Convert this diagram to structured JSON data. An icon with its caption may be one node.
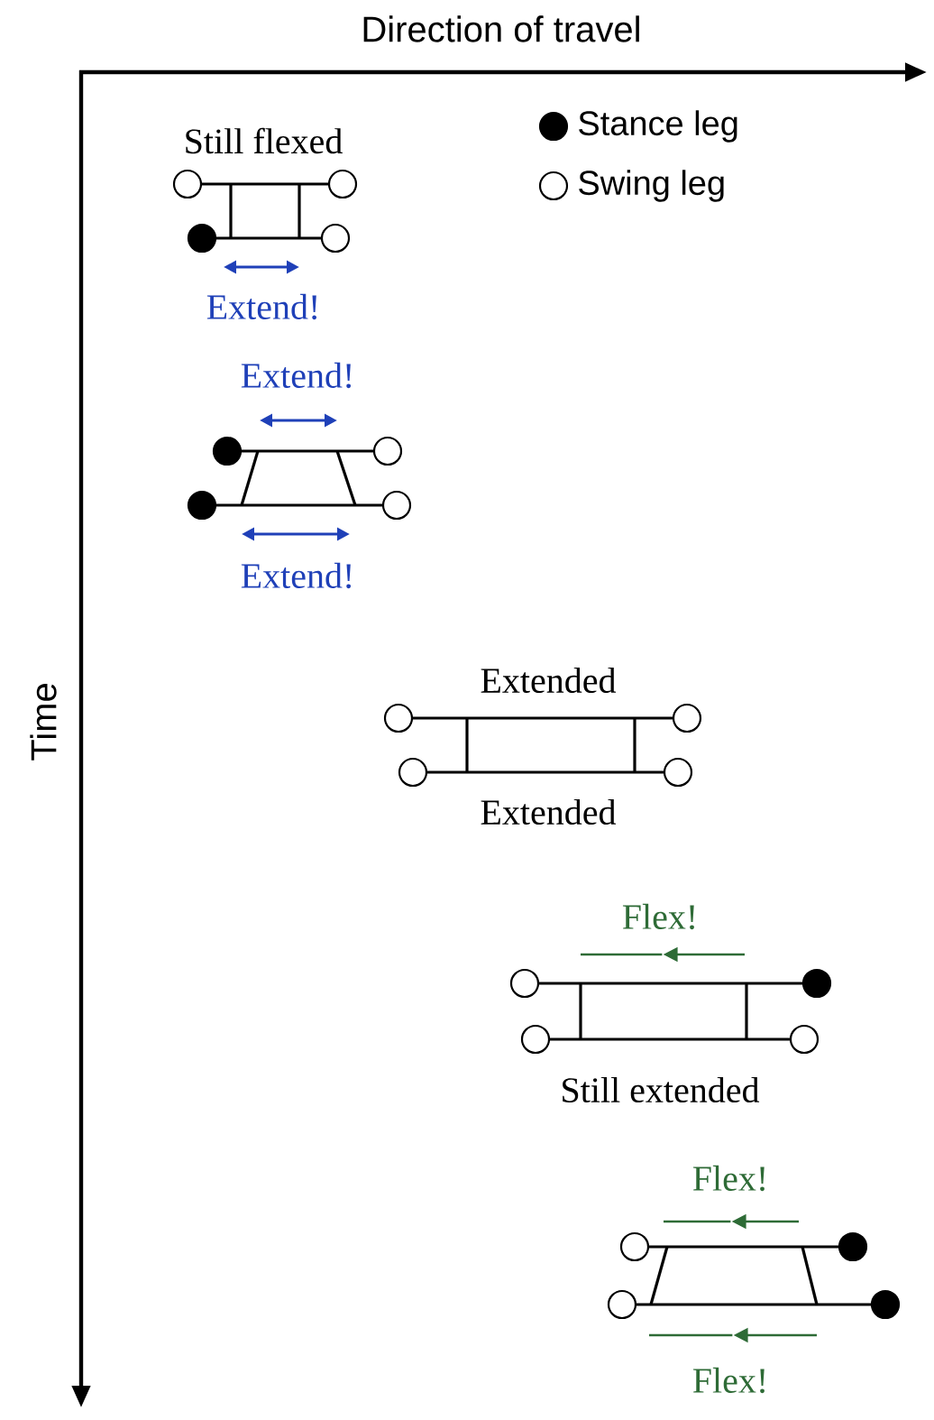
{
  "diagram": {
    "labels": [
      "Direction of travel",
      "Still flexed",
      "Extend!",
      "Extend!",
      "Extend!",
      "Time",
      "Extended",
      "Extended",
      "Flex!",
      "Still extended",
      "Flex!",
      "Flex!"
    ],
    "legend": [
      {
        "text": "Stance leg"
      },
      {
        "text": "Swing leg"
      }
    ]
  }
}
